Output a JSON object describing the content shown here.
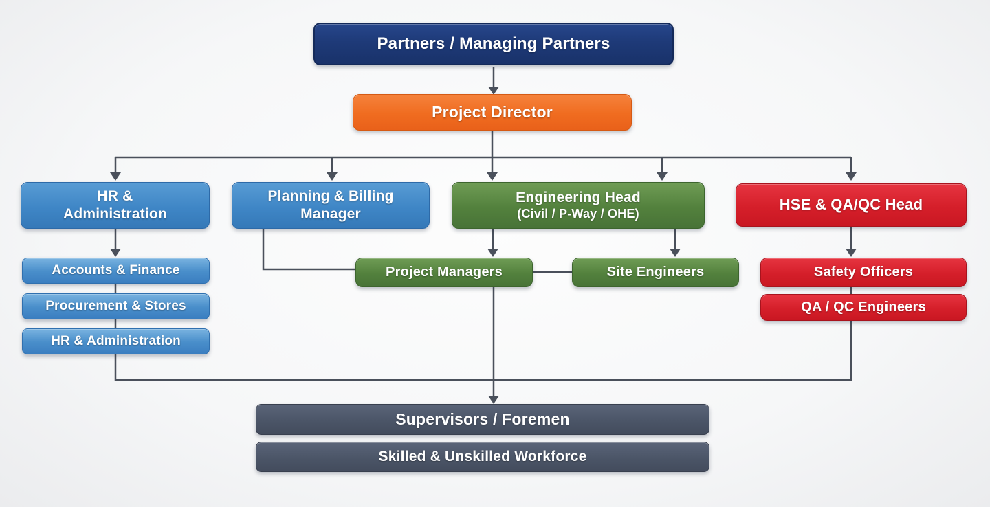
{
  "canvas": {
    "background": "#f6f7f8",
    "connector_color": "#4a505b"
  },
  "nodes": {
    "partners": {
      "label": "Partners / Managing Partners",
      "color": "#1e3a78"
    },
    "project_director": {
      "label": "Project Director",
      "color": "#f06c20"
    },
    "hr_admin": {
      "label": "HR &\nAdministration",
      "color": "#3f86c6"
    },
    "planning_billing": {
      "label": "Planning & Billing\nManager",
      "color": "#3f86c6"
    },
    "engineering_head": {
      "label": "Engineering Head",
      "sublabel": "(Civil / P-Way / OHE)",
      "color": "#53813d"
    },
    "hse_head": {
      "label": "HSE & QA/QC Head",
      "color": "#d51f2a"
    },
    "accounts_finance": {
      "label": "Accounts & Finance",
      "color": "#4a8fcb"
    },
    "procurement_stores": {
      "label": "Procurement & Stores",
      "color": "#4a8fcb"
    },
    "hr_admin_sub": {
      "label": "HR & Administration",
      "color": "#4a8fcb"
    },
    "project_managers": {
      "label": "Project Managers",
      "color": "#53813d"
    },
    "site_engineers": {
      "label": "Site Engineers",
      "color": "#53813d"
    },
    "safety_officers": {
      "label": "Safety Officers",
      "color": "#d51f2a"
    },
    "qaqc_engineers": {
      "label": "QA / QC Engineers",
      "color": "#d51f2a"
    },
    "supervisors": {
      "label": "Supervisors / Foremen",
      "color": "#4a5466"
    },
    "workforce": {
      "label": "Skilled & Unskilled Workforce",
      "color": "#4a5466"
    }
  },
  "edges": [
    {
      "from": "partners",
      "to": "project_director",
      "arrow": true
    },
    {
      "from": "project_director",
      "to": "hr_admin",
      "arrow": true
    },
    {
      "from": "project_director",
      "to": "planning_billing",
      "arrow": true
    },
    {
      "from": "project_director",
      "to": "engineering_head",
      "arrow": true
    },
    {
      "from": "project_director",
      "to": "hse_head",
      "arrow": true
    },
    {
      "from": "hr_admin",
      "to": "accounts_finance",
      "arrow": true
    },
    {
      "from": "accounts_finance",
      "to": "procurement_stores",
      "arrow": false
    },
    {
      "from": "procurement_stores",
      "to": "hr_admin_sub",
      "arrow": false
    },
    {
      "from": "planning_billing",
      "to": "project_managers",
      "arrow": false
    },
    {
      "from": "engineering_head",
      "to": "project_managers",
      "arrow": true
    },
    {
      "from": "engineering_head",
      "to": "site_engineers",
      "arrow": true
    },
    {
      "from": "project_managers",
      "to": "site_engineers",
      "arrow": false
    },
    {
      "from": "hse_head",
      "to": "safety_officers",
      "arrow": true
    },
    {
      "from": "safety_officers",
      "to": "qaqc_engineers",
      "arrow": false
    },
    {
      "from": "hr_admin_sub",
      "to": "supervisors",
      "arrow": false
    },
    {
      "from": "qaqc_engineers",
      "to": "supervisors",
      "arrow": false
    },
    {
      "from": "project_managers",
      "to": "supervisors",
      "arrow": true
    },
    {
      "from": "supervisors",
      "to": "workforce",
      "arrow": false
    }
  ]
}
